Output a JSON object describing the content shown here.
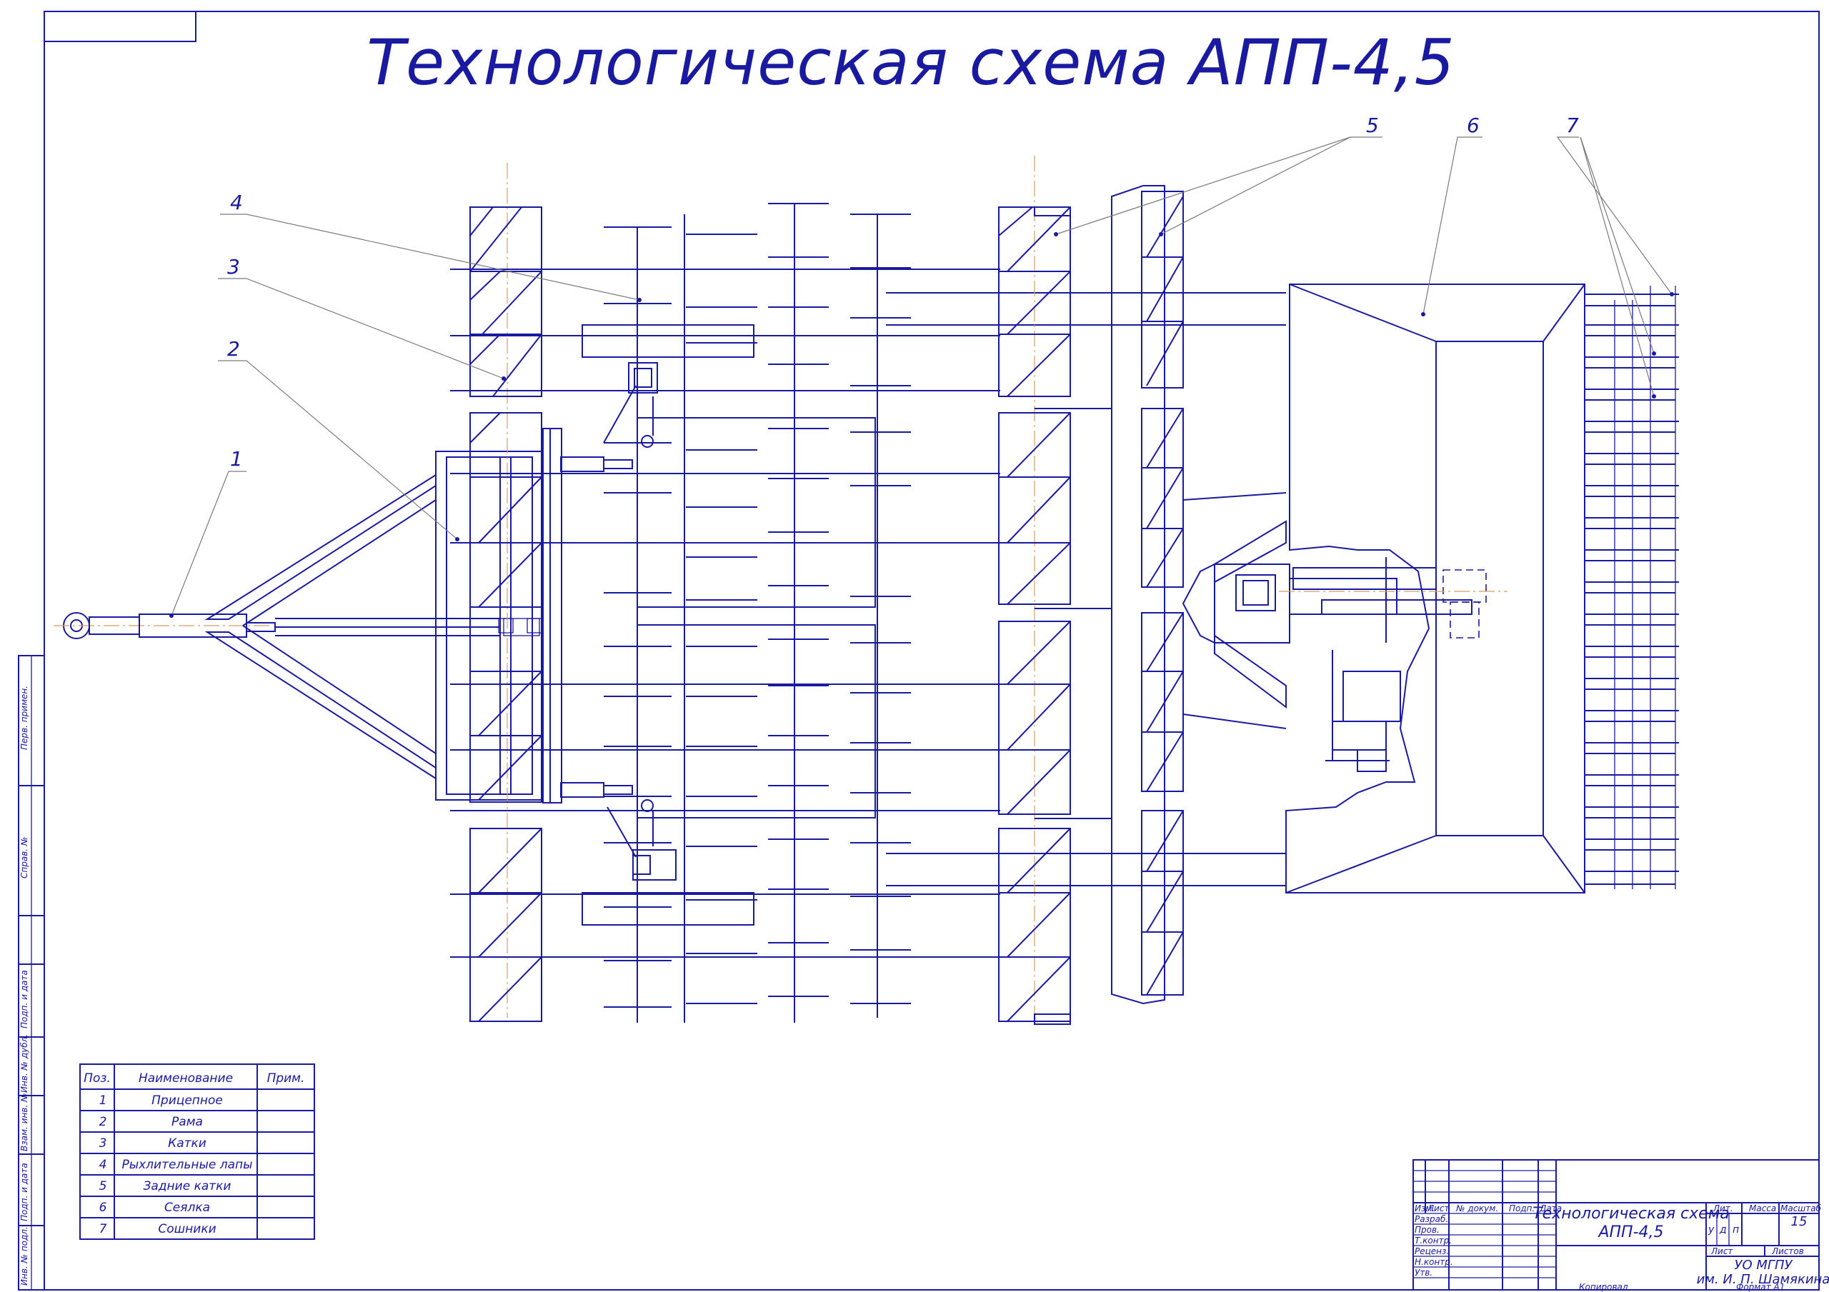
{
  "title": "Технологическая схема АПП-4,5",
  "callouts": [
    "1",
    "2",
    "3",
    "4",
    "5",
    "6",
    "7"
  ],
  "spec_table": {
    "headers": [
      "Поз.",
      "Наименование",
      "Прим."
    ],
    "rows": [
      {
        "pos": "1",
        "name": "Прицепное"
      },
      {
        "pos": "2",
        "name": "Рама"
      },
      {
        "pos": "3",
        "name": "Катки"
      },
      {
        "pos": "4",
        "name": "Рыхлительные лапы"
      },
      {
        "pos": "5",
        "name": "Задние катки"
      },
      {
        "pos": "6",
        "name": "Сеялка"
      },
      {
        "pos": "7",
        "name": "Сошники"
      }
    ]
  },
  "side_stamp": [
    "Перв. примен.",
    "Справ. №",
    "Подп. и дата",
    "Инв. № дубл.",
    "Взам. инв. №",
    "Подп. и дата",
    "Инв. № подл."
  ],
  "title_block": {
    "headers": [
      "Изм.",
      "Лист",
      "№ докум.",
      "Подп.",
      "Дата"
    ],
    "roles": [
      "Разраб.",
      "Пров.",
      "Т.контр.",
      "Реценз.",
      "Н.контр.",
      "Утв."
    ],
    "doc_title_line1": "Технологическая схема",
    "doc_title_line2": "АПП-4,5",
    "lit_label": "Лит.",
    "mass_label": "Масса",
    "scale_label": "Масштаб",
    "lit_letters": [
      "у",
      "д",
      "п"
    ],
    "scale_value": "15",
    "sheet_label": "Лист",
    "sheets_label": "Листов",
    "org_line1": "УО МГПУ",
    "org_line2": "им. И. П. Шамякина",
    "copied": "Копировал",
    "format": "Формат  А1"
  }
}
